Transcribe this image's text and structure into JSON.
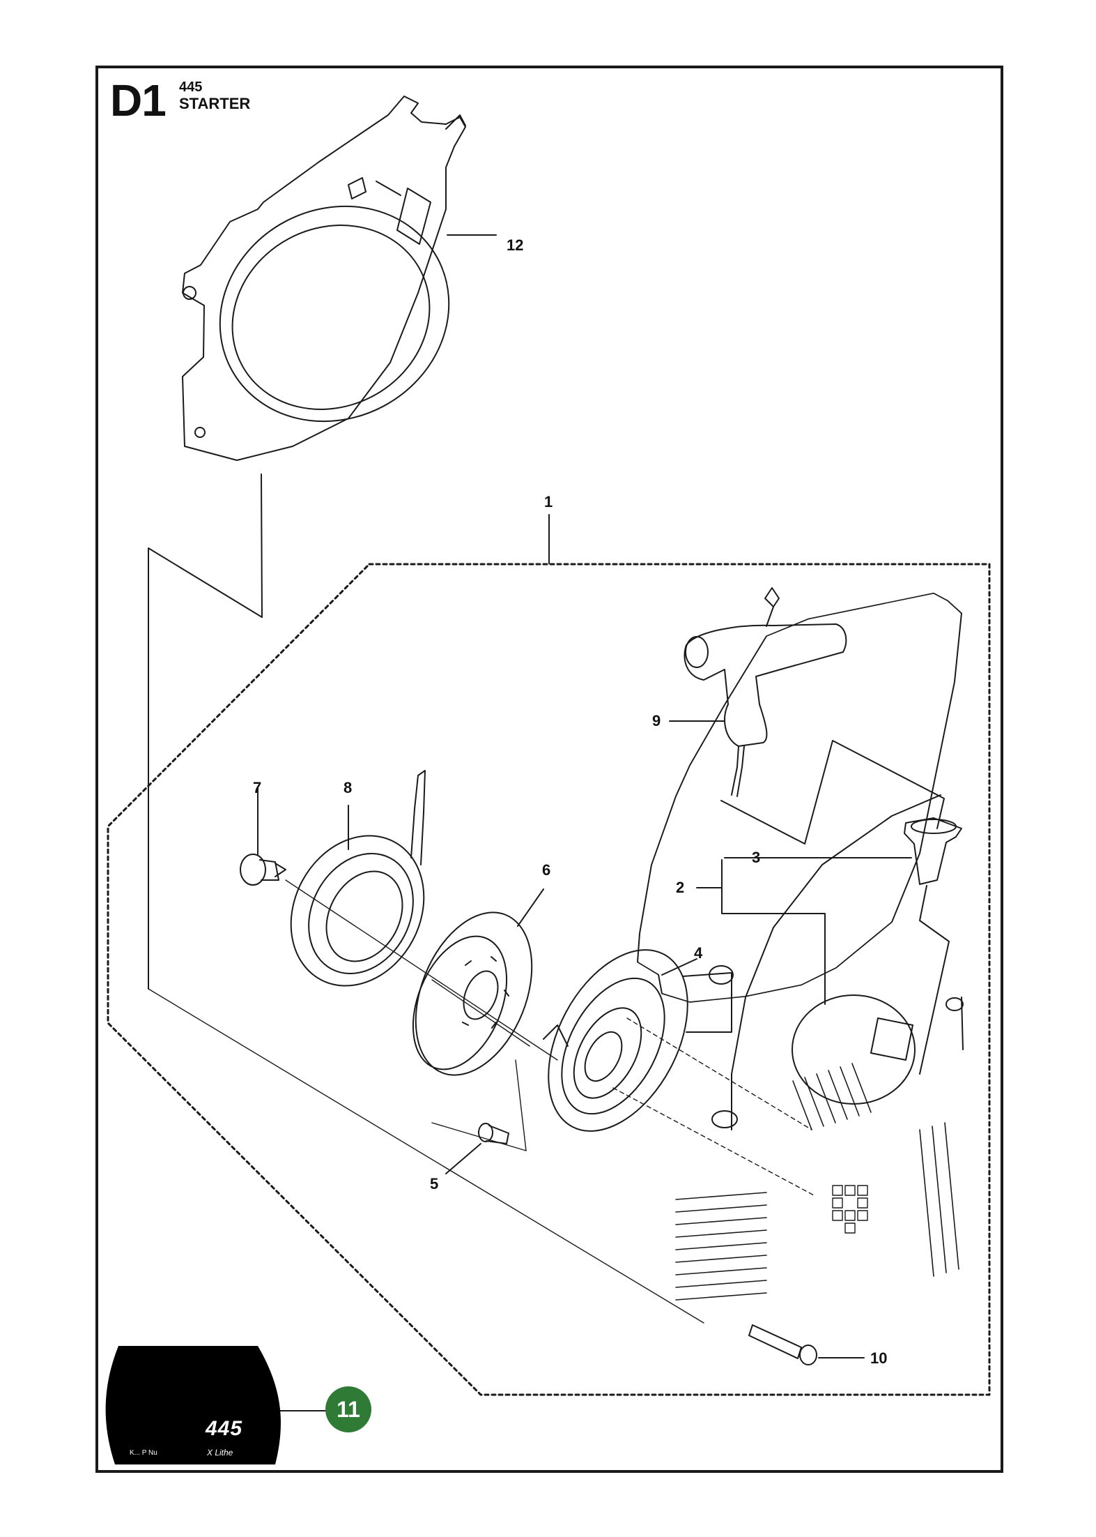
{
  "header": {
    "section_code": "D1",
    "model": "445",
    "title": "STARTER"
  },
  "callouts": [
    {
      "id": "c1",
      "label": "1"
    },
    {
      "id": "c2",
      "label": "2"
    },
    {
      "id": "c3",
      "label": "3"
    },
    {
      "id": "c4",
      "label": "4"
    },
    {
      "id": "c5",
      "label": "5"
    },
    {
      "id": "c6",
      "label": "6"
    },
    {
      "id": "c7",
      "label": "7"
    },
    {
      "id": "c8",
      "label": "8"
    },
    {
      "id": "c9",
      "label": "9"
    },
    {
      "id": "c10",
      "label": "10"
    },
    {
      "id": "c12",
      "label": "12"
    }
  ],
  "badge": {
    "label": "11",
    "color": "#2f7a34"
  },
  "decal": {
    "model_text": "445",
    "small_left": "K... P Nu",
    "small_right": "X Lithe"
  },
  "colors": {
    "line": "#1a1a1a",
    "part_fill": "#ffffff",
    "decal": "#000000"
  }
}
